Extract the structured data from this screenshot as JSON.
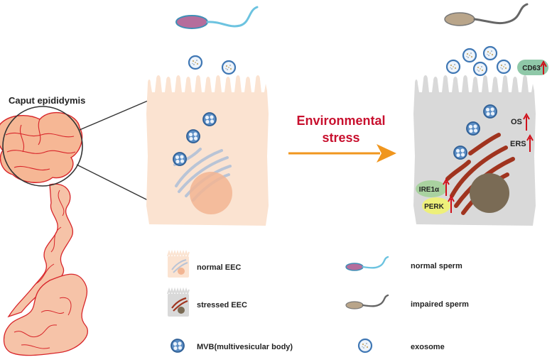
{
  "labels": {
    "caput": "Caput epididymis",
    "stress_line1": "Environmental",
    "stress_line2": "stress",
    "cd63": "CD63",
    "os": "OS",
    "ers": "ERS",
    "ire1a": "IRE1α",
    "perk": "PERK"
  },
  "legend": [
    {
      "key": "normal_eec",
      "label": "normal EEC"
    },
    {
      "key": "stressed_eec",
      "label": "stressed EEC"
    },
    {
      "key": "mvb",
      "label": "MVB(multivesicular body)"
    },
    {
      "key": "normal_sperm",
      "label": "normal sperm"
    },
    {
      "key": "impaired_sperm",
      "label": "impaired sperm"
    },
    {
      "key": "exosome",
      "label": "exosome"
    }
  ],
  "colors": {
    "normal_cell": "#fbe3d1",
    "stressed_cell": "#d9d9d9",
    "arrow": "#f0961e",
    "stress_text": "#c8102e",
    "up_arrow": "#d0101a",
    "epididymis_fill": "#f6c3a8",
    "epididymis_line": "#d8252a",
    "golgi_normal": "#b9c4d6",
    "er_stressed": "#a0341f",
    "nucleus_normal": "#f2b593",
    "nucleus_stressed": "#7a6b55",
    "mvb_blue": "#4a7fb8",
    "normal_sperm_head": "#b56d9c",
    "normal_sperm_tail": "#6cc3e0",
    "impaired_sperm_head": "#b9a58a",
    "impaired_sperm_tail": "#666666",
    "ire1a_fill": "#a9d2a0",
    "perk_fill": "#eef07a",
    "cd63_fill": "#8fc8a8"
  }
}
